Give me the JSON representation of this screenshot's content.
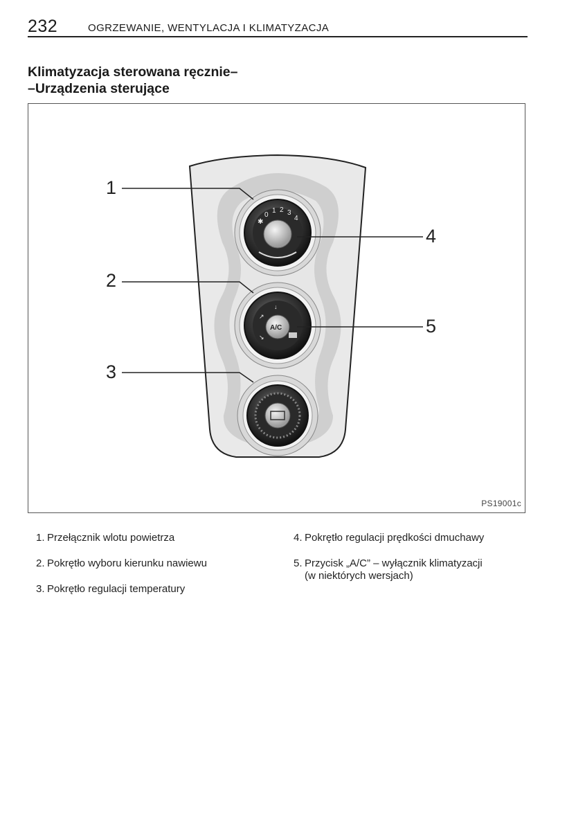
{
  "header": {
    "page_number": "232",
    "chapter": "OGRZEWANIE, WENTYLACJA I KLIMATYZACJA"
  },
  "title": {
    "line1": "Klimatyzacja sterowana ręcznie–",
    "line2": "–Urządzenia sterujące"
  },
  "figure": {
    "code": "PS19001c",
    "callouts": [
      "1",
      "2",
      "3",
      "4",
      "5"
    ],
    "knob1_marks": [
      "0",
      "1",
      "2",
      "3",
      "4"
    ],
    "ac_label": "A/C"
  },
  "legend": [
    {
      "num": "1.",
      "text": "Przełącznik wlotu powietrza"
    },
    {
      "num": "2.",
      "text": "Pokrętło wyboru kierunku nawiewu"
    },
    {
      "num": "3.",
      "text": "Pokrętło regulacji temperatury"
    },
    {
      "num": "4.",
      "text": "Pokrętło regulacji prędkości dmuchawy"
    },
    {
      "num": "5.",
      "text": "Przycisk „A/C” – wyłącznik klimatyzacji",
      "text2": "(w niektórych wersjach)"
    }
  ]
}
